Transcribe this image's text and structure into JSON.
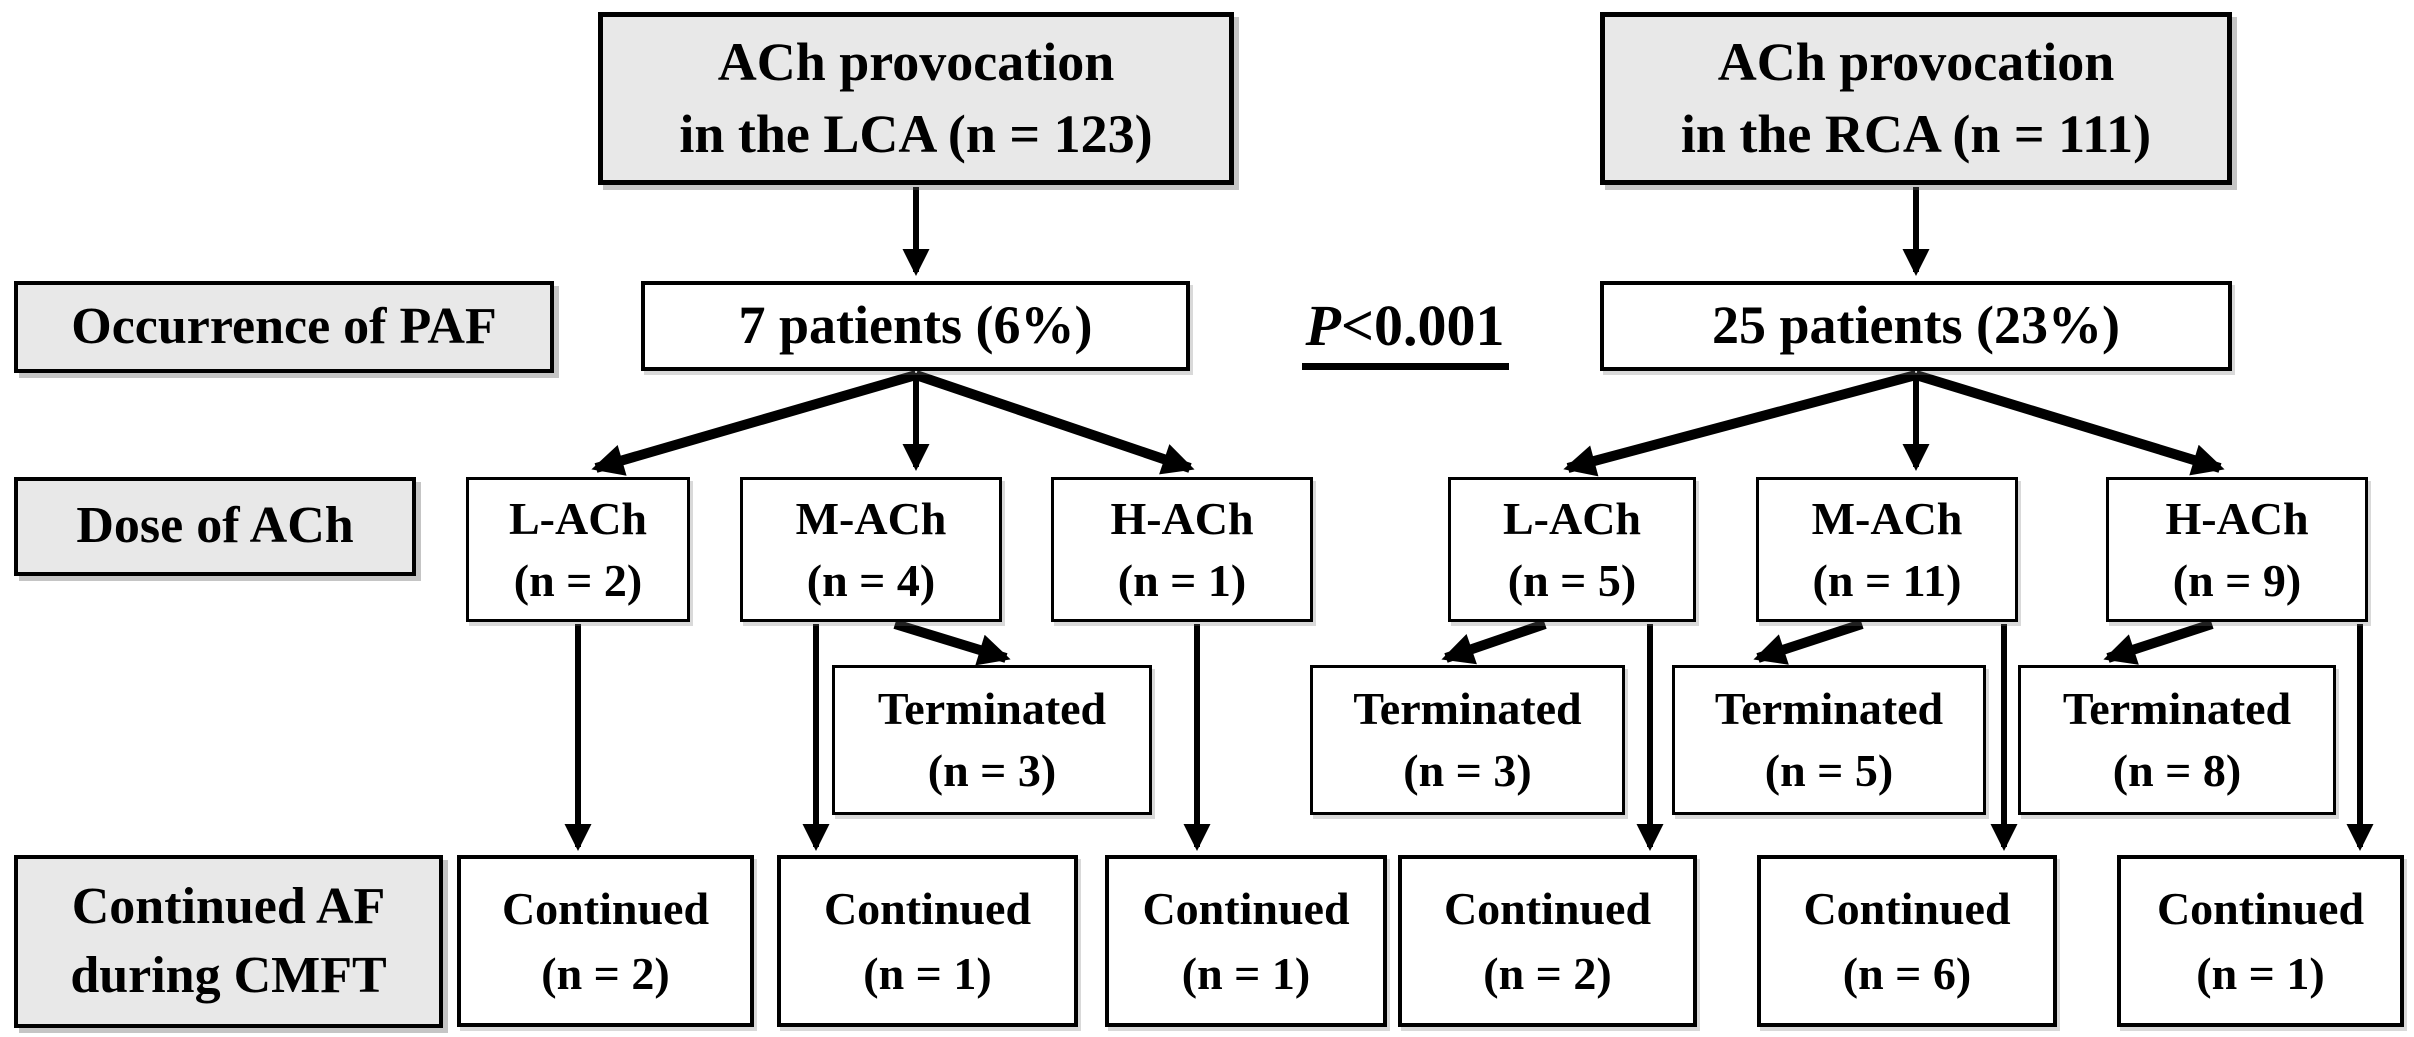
{
  "row_labels": {
    "paf": "Occurrence of PAF",
    "dose": "Dose of ACh",
    "cmft_line1": "Continued AF",
    "cmft_line2": "during CMFT"
  },
  "stats": {
    "p_italic": "P",
    "p_rest": "<0.001"
  },
  "lca": {
    "top": {
      "line1": "ACh provocation",
      "line2": "in the LCA (n = 123)"
    },
    "paf": "7 patients (6%)",
    "doses": [
      {
        "name": "L-ACh",
        "n": "(n = 2)"
      },
      {
        "name": "M-ACh",
        "n": "(n = 4)"
      },
      {
        "name": "H-ACh",
        "n": "(n = 1)"
      }
    ],
    "terminated": [
      {
        "label": "Terminated",
        "n": "(n = 3)"
      }
    ],
    "continued": [
      {
        "label": "Continued",
        "n": "(n = 2)"
      },
      {
        "label": "Continued",
        "n": "(n = 1)"
      },
      {
        "label": "Continued",
        "n": "(n = 1)"
      }
    ]
  },
  "rca": {
    "top": {
      "line1": "ACh provocation",
      "line2": "in the RCA (n = 111)"
    },
    "paf": "25 patients (23%)",
    "doses": [
      {
        "name": "L-ACh",
        "n": "(n = 5)"
      },
      {
        "name": "M-ACh",
        "n": "(n = 11)"
      },
      {
        "name": "H-ACh",
        "n": "(n = 9)"
      }
    ],
    "terminated": [
      {
        "label": "Terminated",
        "n": "(n = 3)"
      },
      {
        "label": "Terminated",
        "n": "(n = 5)"
      },
      {
        "label": "Terminated",
        "n": "(n = 8)"
      }
    ],
    "continued": [
      {
        "label": "Continued",
        "n": "(n = 2)"
      },
      {
        "label": "Continued",
        "n": "(n = 6)"
      },
      {
        "label": "Continued",
        "n": "(n = 1)"
      }
    ]
  },
  "colors": {
    "gray_fill": "#e8e8e8",
    "white_fill": "#ffffff",
    "border": "#000000"
  }
}
